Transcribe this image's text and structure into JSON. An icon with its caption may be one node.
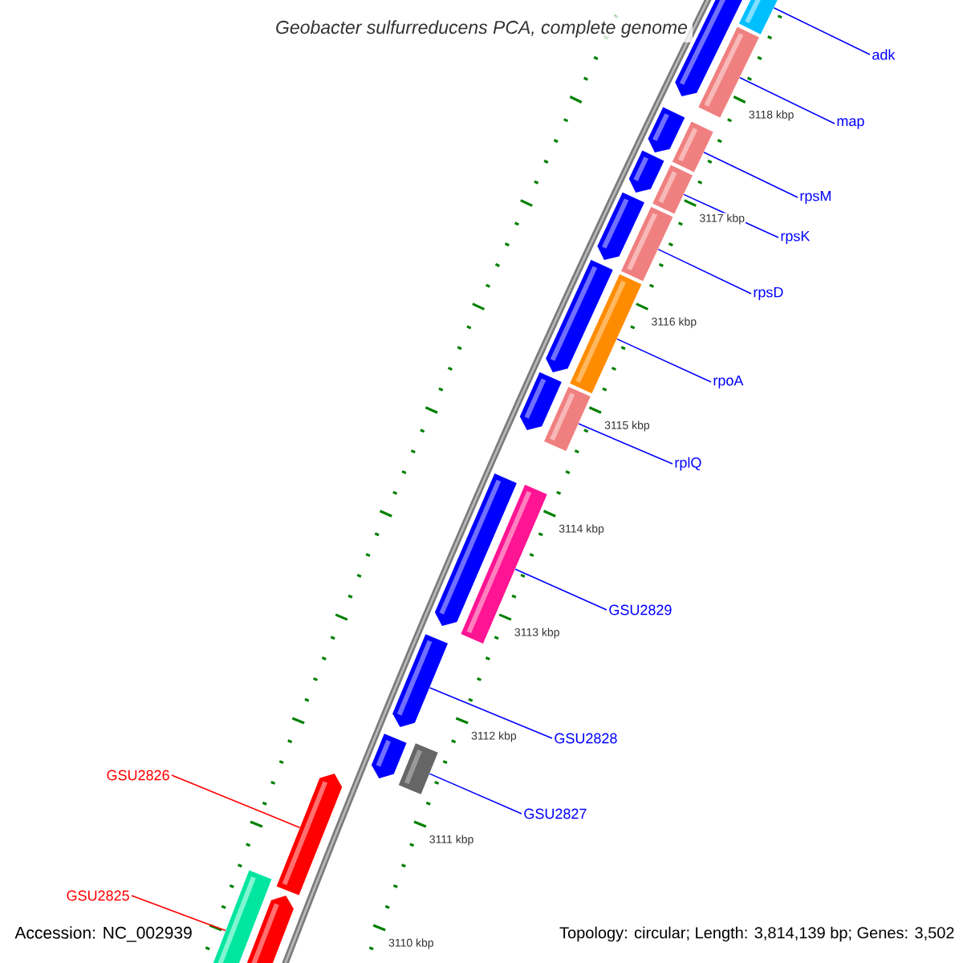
{
  "diagram": {
    "title": "Geobacter sulfurreducens PCA, complete genome",
    "nodes": [
      {
        "text": [
          "adk"
        ]
      },
      {
        "text": [
          "map"
        ]
      },
      {
        "text": [
          "rpsM"
        ]
      },
      {
        "text": [
          "rpsK"
        ]
      },
      {
        "text": [
          "rpsD"
        ]
      },
      {
        "text": [
          "rpoA"
        ]
      },
      {
        "text": [
          "rplQ"
        ]
      },
      {
        "text": [
          "GSU2829"
        ]
      },
      {
        "text": [
          "GSU2828"
        ]
      },
      {
        "text": [
          "GSU2827"
        ]
      },
      {
        "text": [
          "GSU2826"
        ]
      },
      {
        "text": [
          "GSU2825"
        ]
      },
      {
        "text": [],
        "shape": "bar"
      },
      {
        "text": [],
        "shape": "bar"
      },
      {
        "text": [],
        "shape": "bar"
      },
      {
        "text": [],
        "shape": "bar"
      },
      {
        "text": [],
        "shape": "bar"
      },
      {
        "text": [],
        "shape": "bar"
      },
      {
        "text": [],
        "shape": "bar"
      },
      {
        "text": [],
        "shape": "bar"
      },
      {
        "text": [],
        "shape": "bar"
      },
      {
        "text": [],
        "shape": "bar"
      },
      {
        "text": [],
        "shape": "bar"
      },
      {
        "text": [],
        "shape": "bar"
      }
    ],
    "edges": [
      {
        "from": 0,
        "to": 12,
        "arrow": "none"
      },
      {
        "from": 1,
        "to": 13,
        "arrow": "none"
      },
      {
        "from": 2,
        "to": 14,
        "arrow": "none"
      },
      {
        "from": 3,
        "to": 15,
        "arrow": "none"
      },
      {
        "from": 4,
        "to": 16,
        "arrow": "none"
      },
      {
        "from": 5,
        "to": 17,
        "arrow": "none"
      },
      {
        "from": 6,
        "to": 18,
        "arrow": "none"
      },
      {
        "from": 7,
        "to": 19,
        "arrow": "none"
      },
      {
        "from": 8,
        "to": 20,
        "arrow": "none"
      },
      {
        "from": 9,
        "to": 21,
        "arrow": "none"
      },
      {
        "from": 10,
        "to": 22,
        "arrow": "none",
        "color": "#ff0000"
      },
      {
        "from": 11,
        "to": 23,
        "arrow": "none",
        "color": "#ff0000"
      }
    ],
    "labels": [
      "3118 kbp",
      "3117 kbp",
      "3116 kbp",
      "3115 kbp",
      "3114 kbp",
      "3113 kbp",
      "3112 kbp",
      "3111 kbp",
      "3110 kbp",
      "Accession: NC_002939",
      "Topology: circular; Length: 3,814,139 bp; Genes: 3,502"
    ]
  }
}
